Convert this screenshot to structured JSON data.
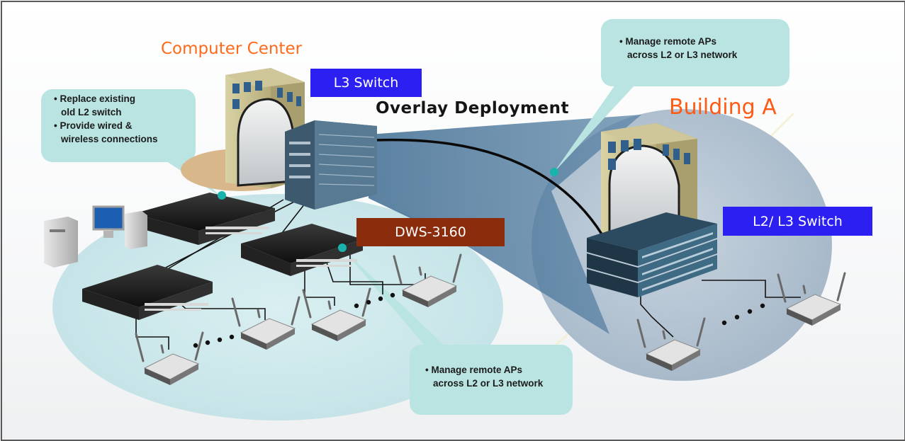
{
  "labels": {
    "computer_center": "Computer Center",
    "building_a": "Building A",
    "overlay_deployment": "Overlay Deployment"
  },
  "tags": {
    "l3_switch": "L3 Switch",
    "l2_l3_switch": "L2/ L3 Switch",
    "dws_3160": "DWS-3160"
  },
  "callouts": {
    "left": {
      "line1": "• Replace existing",
      "line2": "old L2 switch",
      "line3": "• Provide wired &",
      "line4": "wireless connections"
    },
    "top_right": {
      "line1": "• Manage remote APs",
      "line2": "across L2 or L3 network"
    },
    "bottom": {
      "line1": "• Manage remote APs",
      "line2": "across L2 or L3 network"
    }
  },
  "icons": {
    "building": "building-icon",
    "core_switch": "chassis-switch-icon",
    "switch": "rack-switch-icon",
    "access_point": "wireless-access-point-icon",
    "computer": "desktop-computer-icon"
  },
  "colors": {
    "orange_text": "#ff6a1a",
    "blue_tag": "#2b1ff2",
    "brown_tag": "#8b2d0c",
    "callout_bg": "#b9e4e2",
    "callout_dot": "#19b3ad",
    "zone_fill": "#cfe9ec",
    "building_zone": "#aebfce"
  }
}
